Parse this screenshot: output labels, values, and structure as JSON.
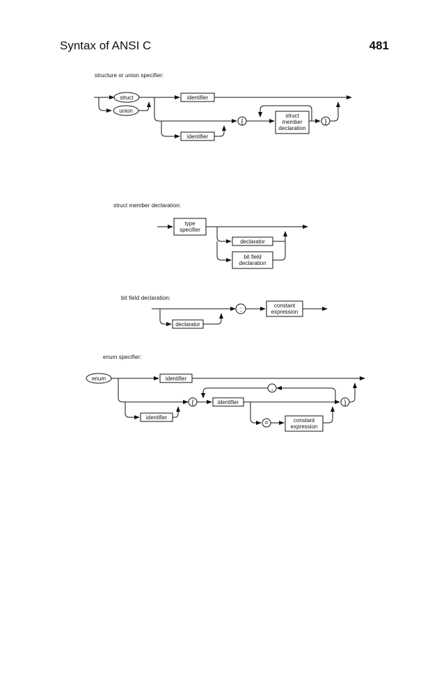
{
  "header": {
    "title": "Syntax of ANSI C",
    "page_number": "481"
  },
  "diagrams": {
    "struct_union": {
      "caption": "structure or union specifier:",
      "struct_kw": "struct",
      "union_kw": "union",
      "identifier": "identifier",
      "lbrace": "{",
      "rbrace": "}",
      "member_1": "struct",
      "member_2": "member",
      "member_3": "declaration"
    },
    "struct_member": {
      "caption": "struct member declaration:",
      "type_1": "type",
      "type_2": "specifier",
      "declarator": "declarator",
      "bitfield_1": "bit field",
      "bitfield_2": "declaration"
    },
    "bit_field": {
      "caption": "bit field declaration:",
      "declarator": "declarator",
      "colon": ":",
      "const_1": "constant",
      "const_2": "expression"
    },
    "enum": {
      "caption": "enum specifier:",
      "enum_kw": "enum",
      "identifier": "identifier",
      "comma": ",",
      "lbrace": "{",
      "rbrace": "}",
      "equals": "=",
      "const_1": "constant",
      "const_2": "expression"
    }
  }
}
